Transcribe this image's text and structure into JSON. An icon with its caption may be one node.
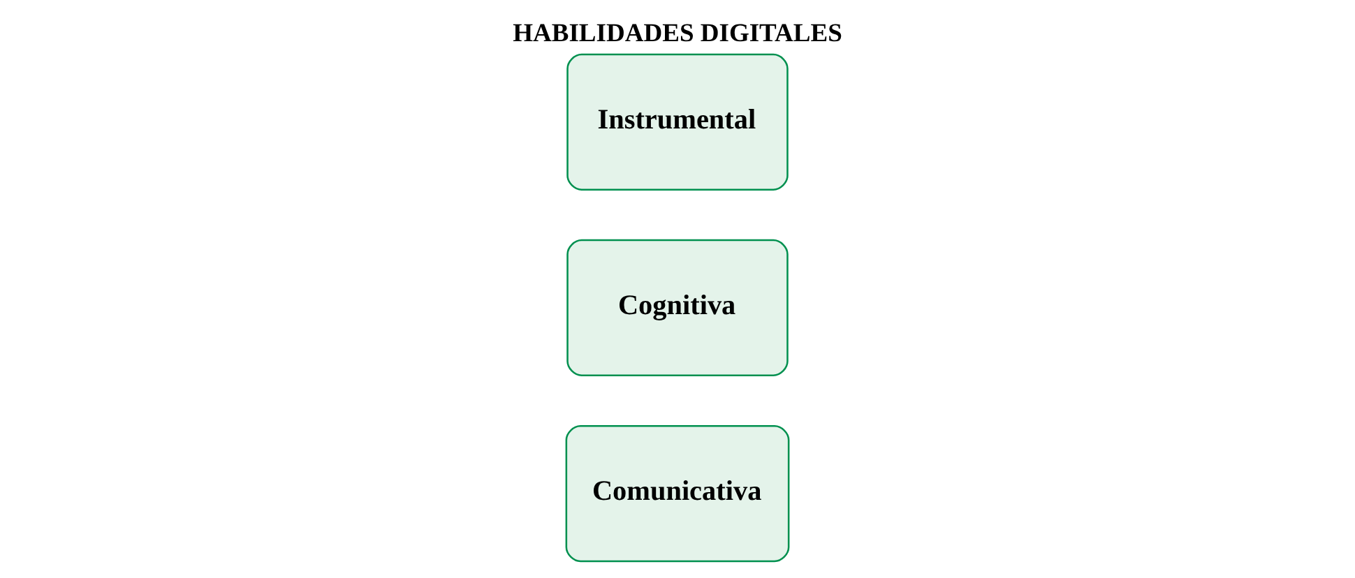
{
  "diagram": {
    "title": "HABILIDADES DIGITALES",
    "nodes": [
      {
        "text": [
          "Instrumental"
        ]
      },
      {
        "text": [
          "Cognitiva"
        ]
      },
      {
        "text": [
          "Comunicativa"
        ]
      }
    ]
  }
}
